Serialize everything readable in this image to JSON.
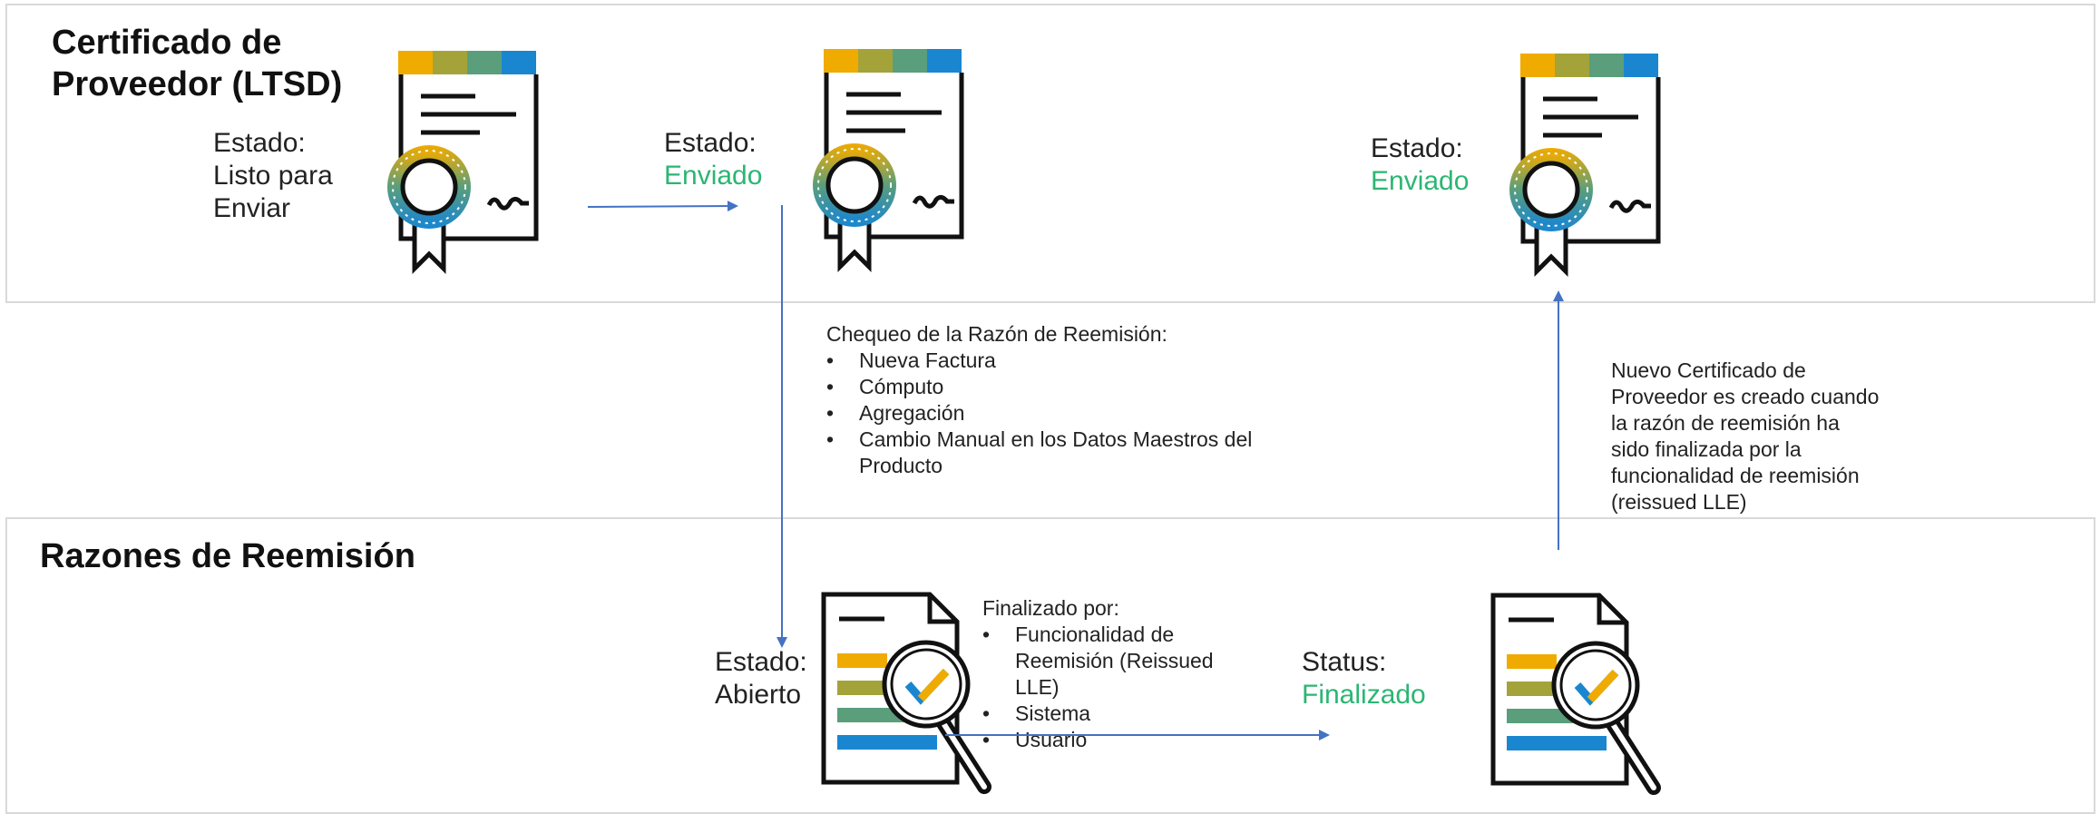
{
  "top_section": {
    "title_line1": "Certificado de",
    "title_line2": "Proveedor (LTSD)"
  },
  "bottom_section": {
    "title": "Razones de Reemisión"
  },
  "states": {
    "listo": {
      "l1": "Estado:",
      "l2": "Listo para",
      "l3": "Enviar"
    },
    "enviado1": {
      "l1": "Estado:",
      "l2": "Enviado"
    },
    "enviado2": {
      "l1": "Estado:",
      "l2": "Enviado"
    },
    "abierto": {
      "l1": "Estado:",
      "l2": "Abierto"
    },
    "finalizado": {
      "l1": "Status:",
      "l2": "Finalizado"
    }
  },
  "reason_check": {
    "heading": "Chequeo de la Razón de Reemisión:",
    "items": [
      "Nueva Factura",
      "Cómputo",
      "Agregación",
      "Cambio Manual en los Datos Maestros del",
      "Producto"
    ]
  },
  "finalized_by": {
    "heading": "Finalizado por:",
    "items": [
      "Funcionalidad de",
      "Reemisión (Reissued",
      "LLE)",
      "Sistema",
      "Usuario"
    ]
  },
  "new_cert_note": {
    "lines": [
      "Nuevo Certificado de",
      "Proveedor es creado cuando",
      "la razón de reemisión ha",
      "sido finalizada por la",
      "funcionalidad de reemisión",
      "(reissued LLE)"
    ]
  },
  "colors": {
    "strip": [
      "#f0ab00",
      "#a4a33a",
      "#5a9e7c",
      "#1a86d0"
    ],
    "status_green": "#2bb673",
    "arrow": "#4472c4"
  },
  "icons": [
    "certificate-icon",
    "document-search-icon"
  ]
}
